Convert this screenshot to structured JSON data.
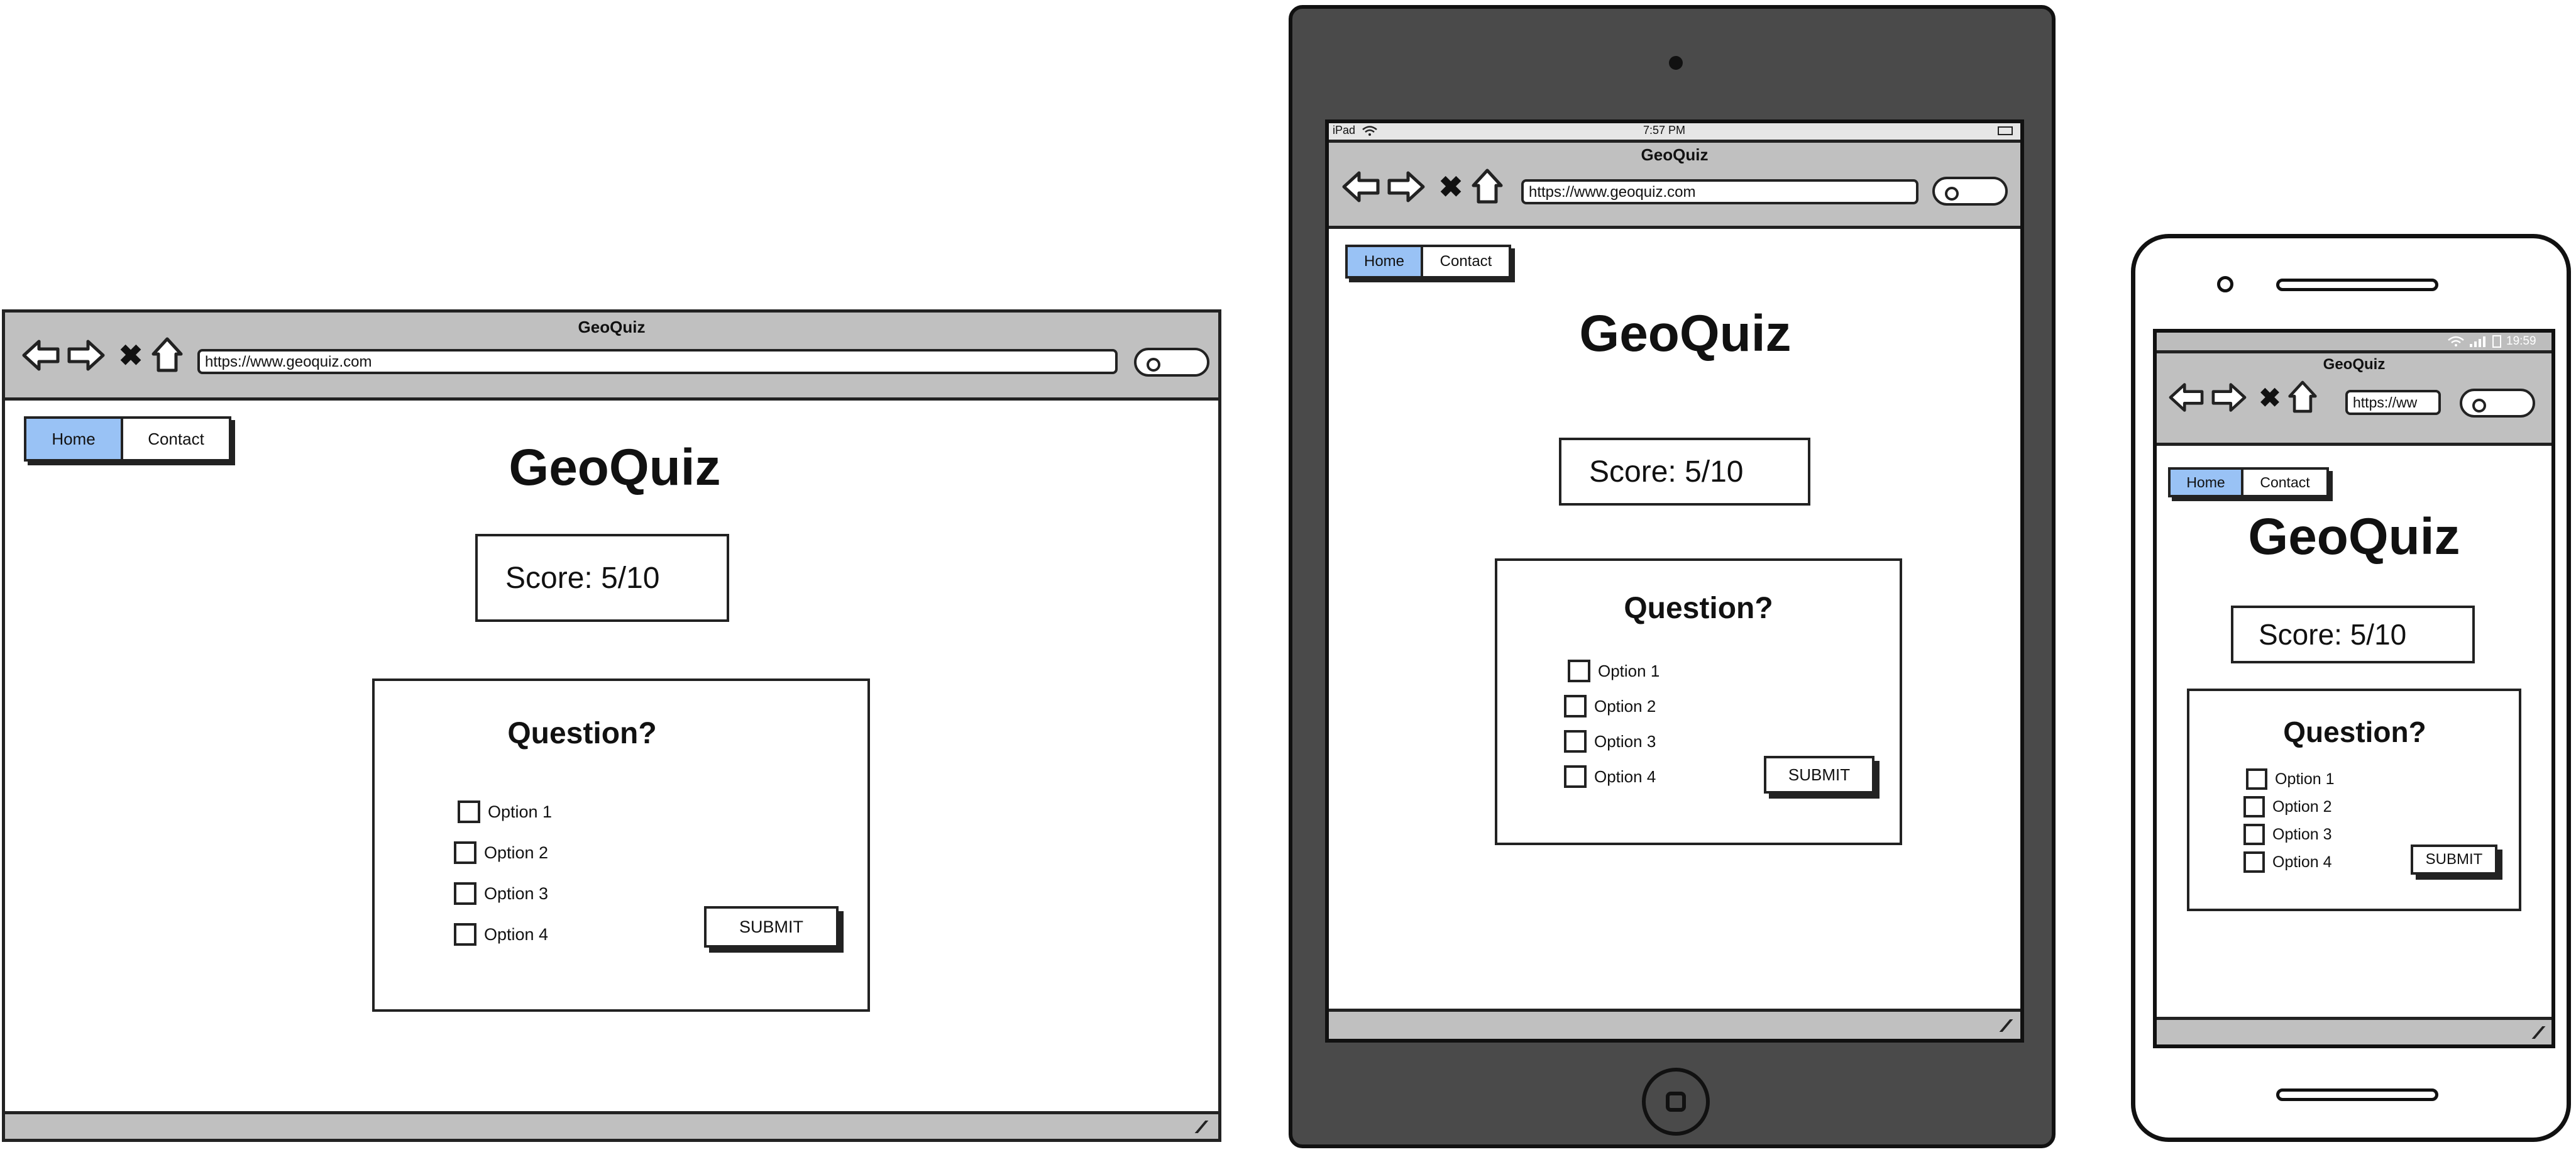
{
  "browser": {
    "title": "GeoQuiz",
    "url_full": "https://www.geoquiz.com",
    "url_truncated": "https://ww"
  },
  "nav": {
    "home_label": "Home",
    "contact_label": "Contact"
  },
  "quiz": {
    "title": "GeoQuiz",
    "score_text": "Score: 5/10",
    "question_label": "Question?",
    "options": [
      "Option 1",
      "Option 2",
      "Option 3",
      "Option 4"
    ],
    "submit_label": "SUBMIT"
  },
  "ipad_status": {
    "device": "iPad",
    "time": "7:57 PM"
  },
  "phone_status": {
    "time": "19:59"
  },
  "icons": [
    "back-arrow-icon",
    "forward-arrow-icon",
    "stop-icon",
    "home-icon",
    "search-icon",
    "wifi-icon",
    "battery-icon",
    "signal-icon",
    "camera-icon",
    "home-button-icon"
  ],
  "colors": {
    "frame": "#222222",
    "chrome": "#c0c0c0",
    "tablet_body": "#4a4a4a",
    "active_tab": "#99c2f5"
  }
}
